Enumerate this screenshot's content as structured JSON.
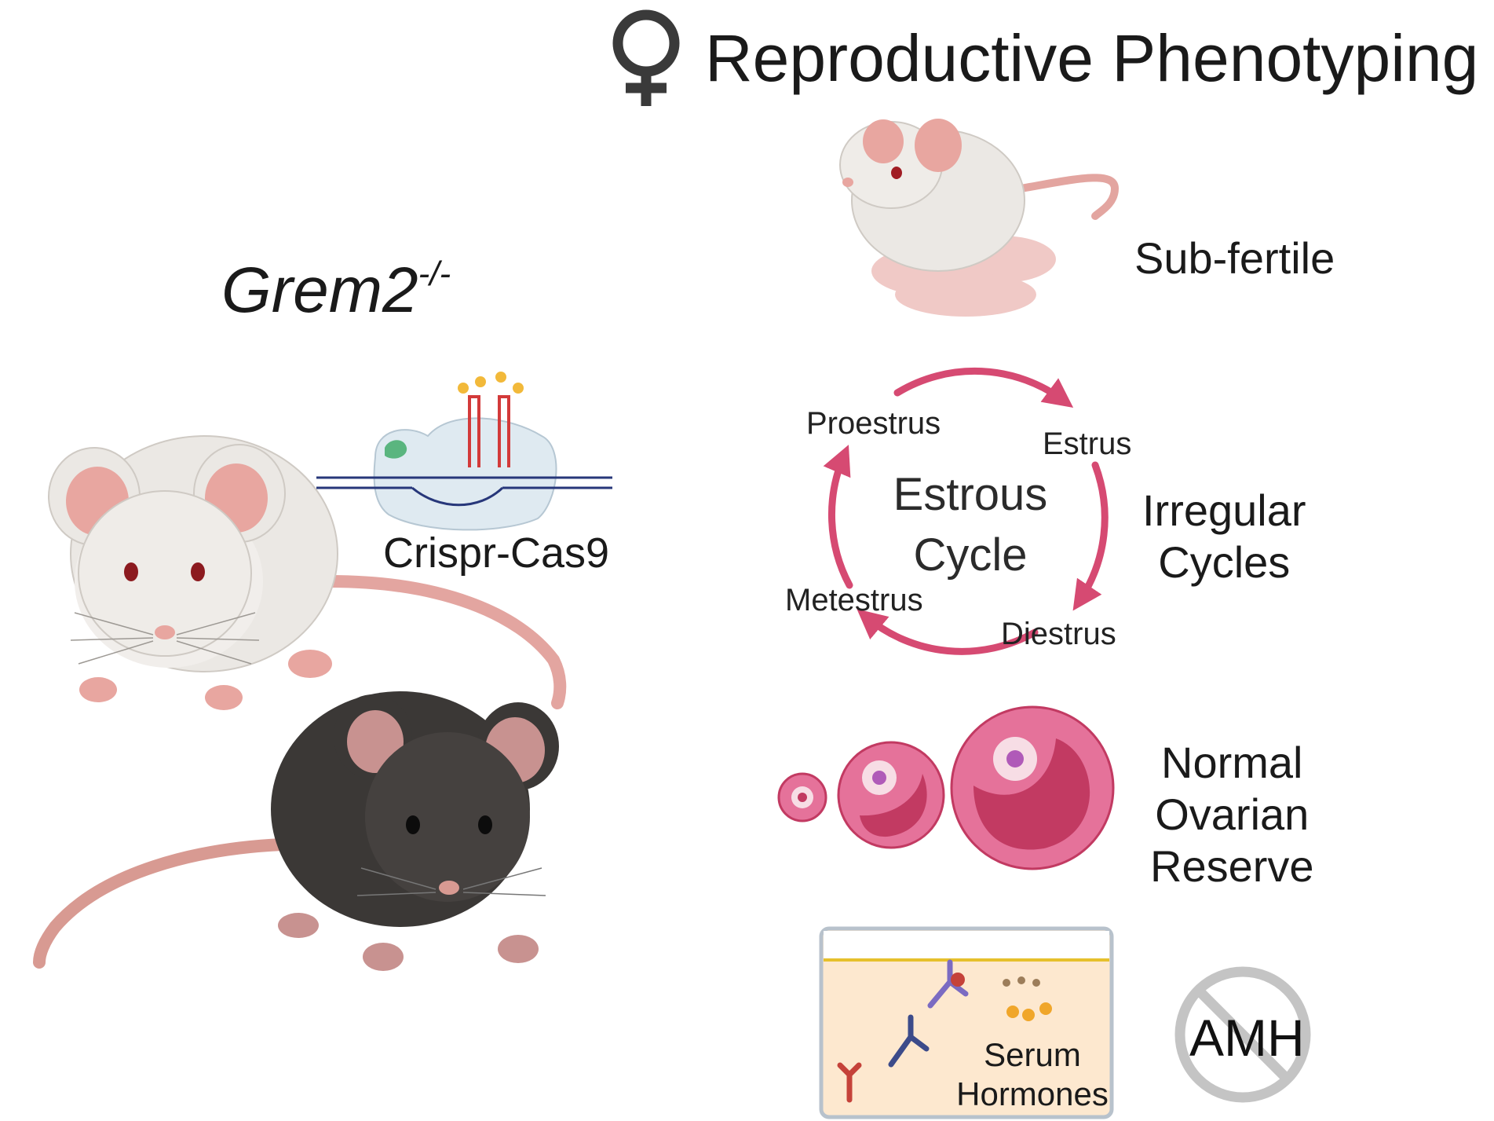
{
  "title": "Reproductive Phenotyping",
  "genotype": {
    "gene": "Grem2",
    "superscript": "-/-"
  },
  "crispr_label": "Crispr-Cas9",
  "phenotypes": {
    "fertility": "Sub-fertile",
    "cycles": [
      "Irregular",
      "Cycles"
    ],
    "ovarian": [
      "Normal",
      "Ovarian",
      "Reserve"
    ],
    "amh": "AMH"
  },
  "estrous": {
    "center": [
      "Estrous",
      "Cycle"
    ],
    "stages": [
      "Proestrus",
      "Estrus",
      "Diestrus",
      "Metestrus"
    ]
  },
  "serum": [
    "Serum",
    "Hormones"
  ],
  "colors": {
    "cycle_arrow": "#d64a72",
    "follicle": "#e5729a",
    "follicle_dark": "#c23a62",
    "mouse_white": "#ebe8e4",
    "mouse_black": "#3b3836",
    "ear_pink": "#e8a6a0",
    "no_sign": "#c4c4c4",
    "dish_fill": "#fde8cf",
    "dish_line": "#e6c02c"
  },
  "icons": [
    "female-symbol-icon",
    "crispr-cas9-icon",
    "no-sign-icon"
  ]
}
